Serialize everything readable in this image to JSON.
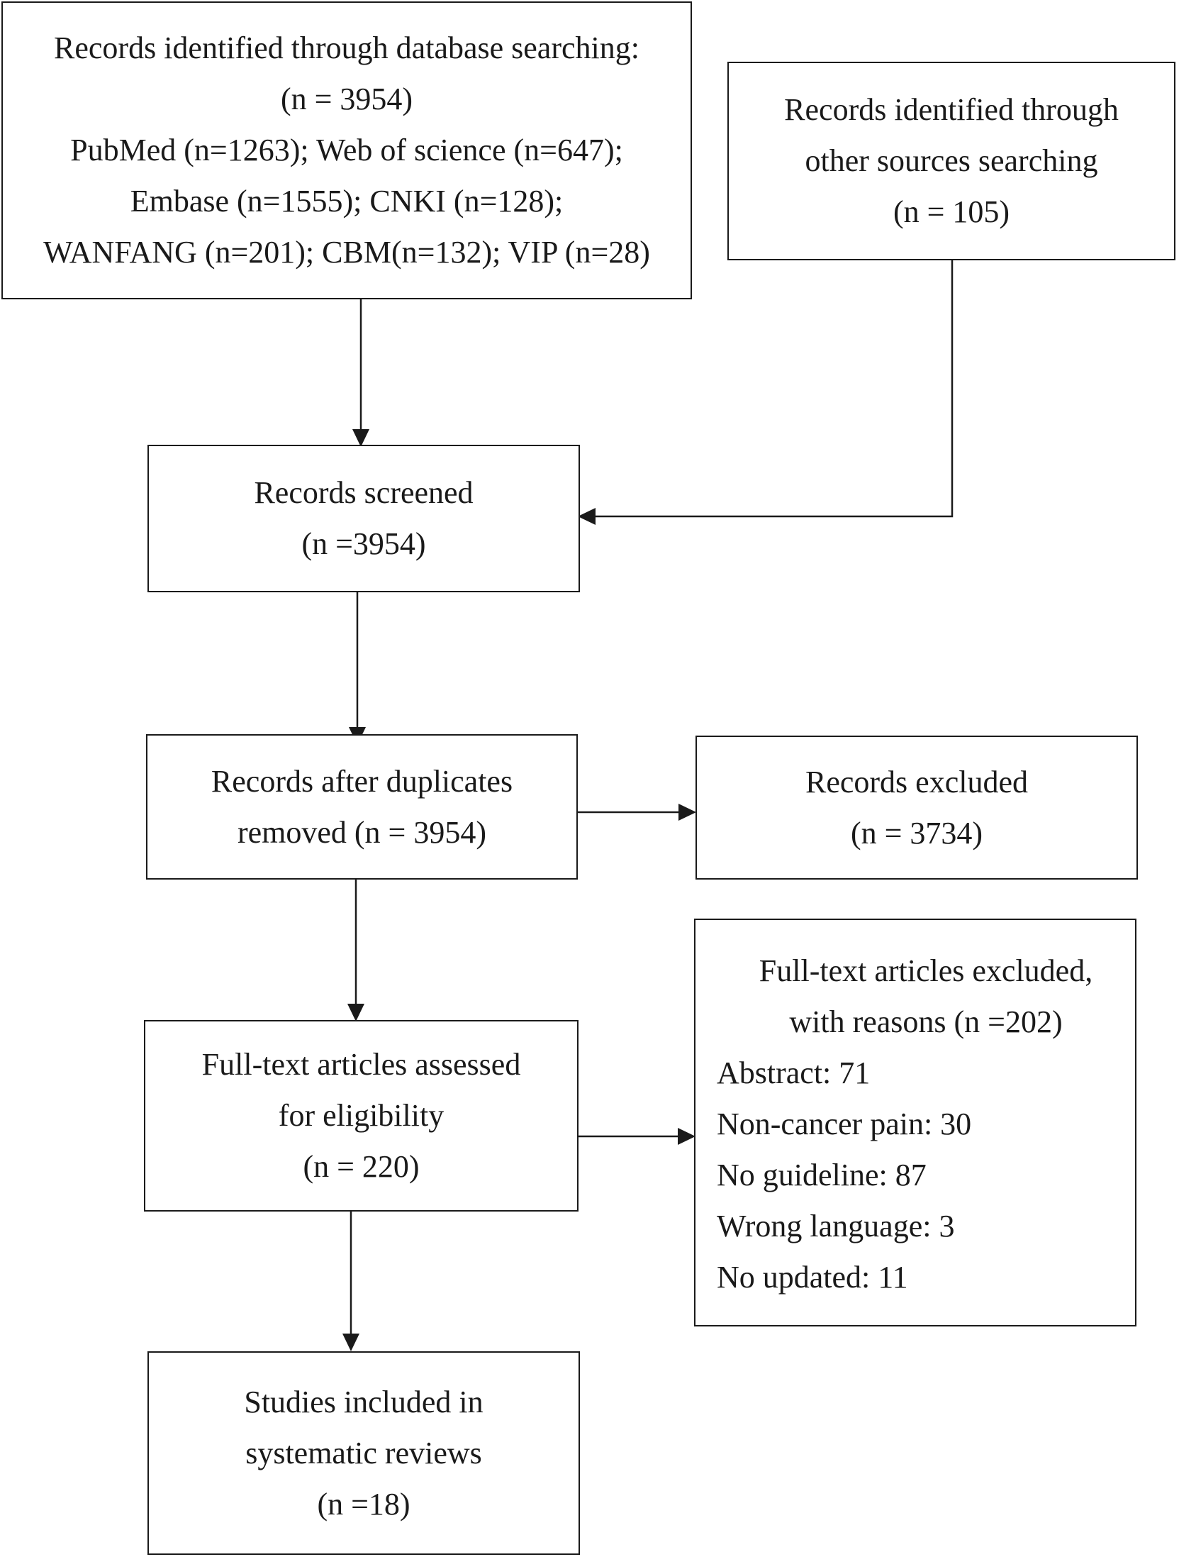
{
  "boxes": {
    "database_search": {
      "lines": [
        "Records identified through database searching:",
        "(n = 3954)",
        "PubMed (n=1263); Web of science (n=647);",
        "Embase (n=1555); CNKI (n=128);",
        "WANFANG (n=201); CBM(n=132); VIP (n=28)"
      ]
    },
    "other_sources": {
      "lines": [
        "Records identified through",
        "other sources searching",
        "(n = 105)"
      ]
    },
    "screened": {
      "lines": [
        "Records screened",
        "(n =3954)"
      ]
    },
    "after_duplicates": {
      "lines": [
        "Records after duplicates",
        "removed (n = 3954)"
      ]
    },
    "excluded": {
      "lines": [
        "Records excluded",
        "(n = 3734)"
      ]
    },
    "full_text_assessed": {
      "lines": [
        "Full-text articles assessed",
        "for eligibility",
        "(n = 220)"
      ]
    },
    "full_text_excluded": {
      "heading": [
        "Full-text articles excluded,",
        "with reasons (n =202)"
      ],
      "reasons": [
        "Abstract: 71",
        "Non-cancer pain: 30",
        "No guideline: 87",
        "Wrong language: 3",
        "No updated: 11"
      ]
    },
    "included": {
      "lines": [
        "Studies included in",
        "systematic reviews",
        "(n =18)"
      ]
    }
  }
}
